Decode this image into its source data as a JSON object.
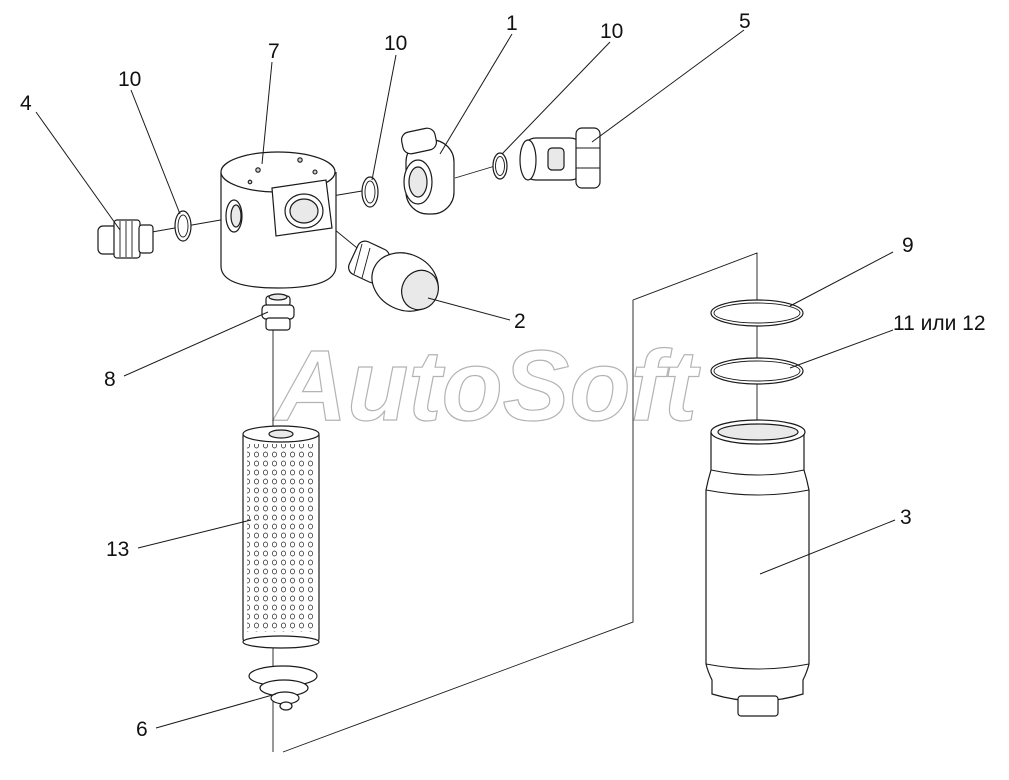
{
  "callouts": {
    "c1": "1",
    "c2": "2",
    "c3": "3",
    "c4": "4",
    "c5": "5",
    "c6": "6",
    "c7": "7",
    "c8": "8",
    "c9": "9",
    "c10a": "10",
    "c10b": "10",
    "c10c": "10",
    "c11": "11 или 12",
    "c13": "13"
  },
  "watermark": "AutoSoft"
}
